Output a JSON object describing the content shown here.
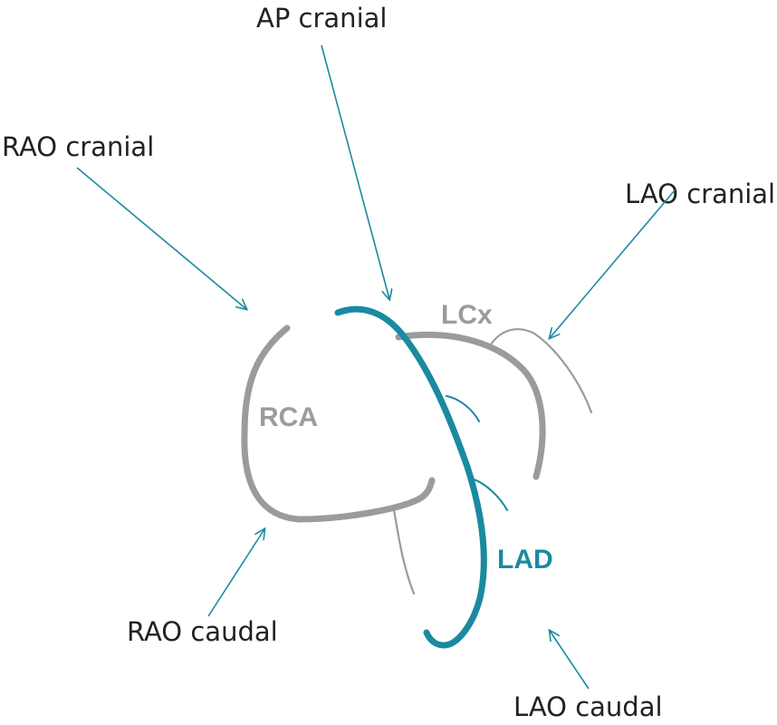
{
  "views": {
    "ap_cranial": "AP cranial",
    "rao_cranial": "RAO cranial",
    "lao_cranial": "LAO cranial",
    "rao_caudal": "RAO caudal",
    "lao_caudal": "LAO caudal"
  },
  "arteries": {
    "lcx": "LCx",
    "rca": "RCA",
    "lad": "LAD"
  },
  "colors": {
    "lad": "#1a8aa0",
    "rca_lcx": "#9b9b9e",
    "arrow": "#1a8aa0",
    "text": "#222222"
  }
}
